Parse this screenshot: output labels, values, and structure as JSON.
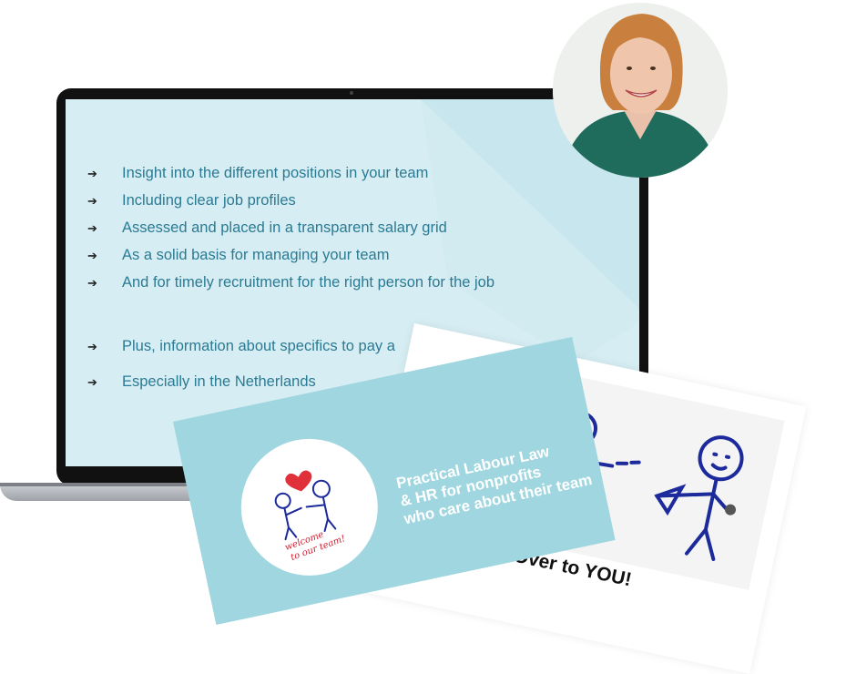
{
  "laptop": {
    "bullets": [
      "Insight into the different positions in your team",
      "Including clear job profiles",
      "Assessed and placed in a transparent salary grid",
      "As a solid basis for managing your team",
      "And for timely recruitment for the right person for the job",
      "Plus, information about specifics to pay a",
      "Especially in the Netherlands"
    ],
    "arrow_icon": "arrow-right-icon"
  },
  "slide_teal": {
    "logo_text_line1": "welcome",
    "logo_text_line2": "to our team!",
    "tagline_line1": "Practical Labour Law",
    "tagline_line2": "& HR for nonprofits",
    "tagline_line3": "who care about their team"
  },
  "slide_white": {
    "caption": "Over to YOU!"
  },
  "colors": {
    "teal": "#9fd6df",
    "light_teal": "#d6eef3",
    "bullet_text": "#2b7a93",
    "ink_blue": "#1c2a9c",
    "heart_red": "#e0303a"
  }
}
